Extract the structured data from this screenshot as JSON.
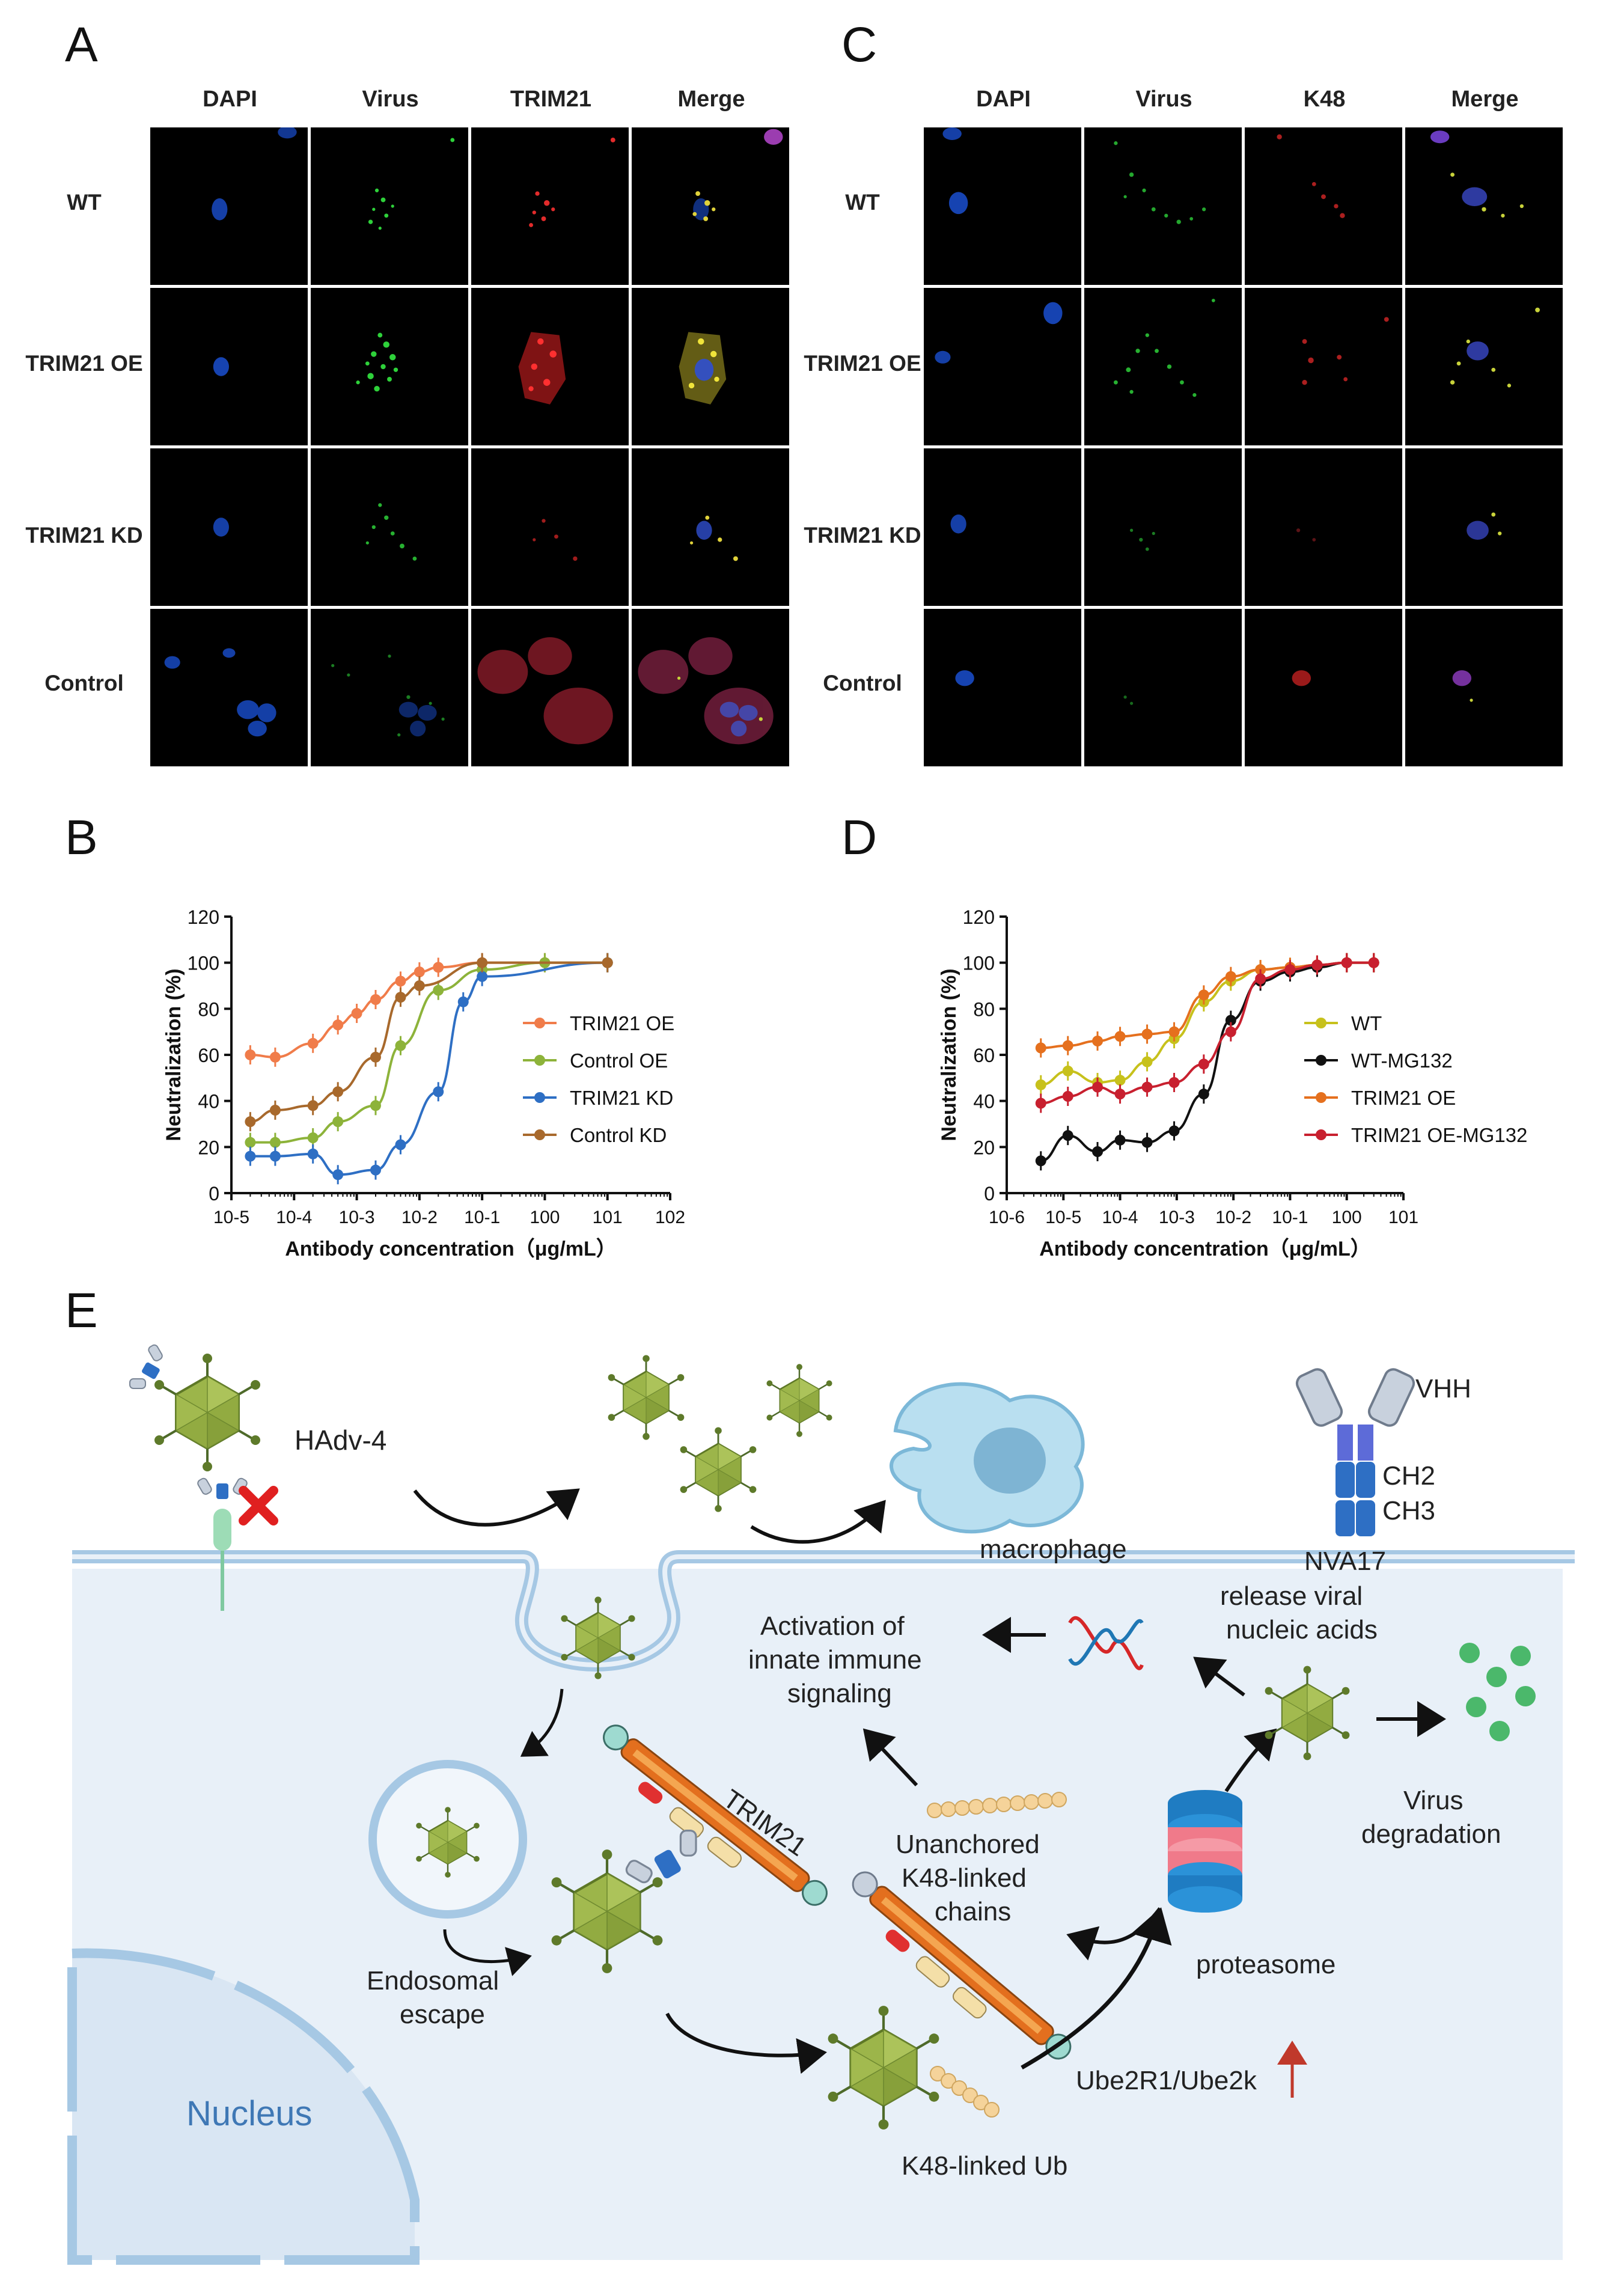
{
  "panels": {
    "A": {
      "label": "A",
      "columns": [
        "DAPI",
        "Virus",
        "TRIM21",
        "Merge"
      ],
      "rows": [
        "WT",
        "TRIM21 OE",
        "TRIM21 KD",
        "Control"
      ]
    },
    "C": {
      "label": "C",
      "columns": [
        "DAPI",
        "Virus",
        "K48",
        "Merge"
      ],
      "rows": [
        "WT",
        "TRIM21 OE",
        "TRIM21 KD",
        "Control"
      ]
    },
    "B": {
      "label": "B"
    },
    "D": {
      "label": "D"
    },
    "E": {
      "label": "E"
    }
  },
  "chart_data": [
    {
      "panel": "B",
      "type": "line",
      "ylabel": "Neutralization (%)",
      "xlabel": "Antibody concentration（μg/mL）",
      "x_scale": "log",
      "xlim": [
        1e-05,
        100
      ],
      "ylim": [
        0,
        120
      ],
      "yticks": [
        "0",
        "20",
        "40",
        "60",
        "80",
        "100",
        "120"
      ],
      "xticks": [
        "10-5",
        "10-4",
        "10-3",
        "10-2",
        "10-1",
        "100",
        "101",
        "102"
      ],
      "legend_position": "right",
      "series": [
        {
          "name": "TRIM21 OE",
          "color": "#f07c4a",
          "x": [
            2e-05,
            5e-05,
            0.0002,
            0.0005,
            0.001,
            0.002,
            0.005,
            0.01,
            0.02,
            0.1,
            1,
            10
          ],
          "y": [
            60,
            59,
            65,
            73,
            78,
            84,
            92,
            96,
            98,
            100,
            100,
            100
          ]
        },
        {
          "name": "Control OE",
          "color": "#8db33a",
          "x": [
            2e-05,
            5e-05,
            0.0002,
            0.0005,
            0.002,
            0.005,
            0.02,
            0.1,
            1,
            10
          ],
          "y": [
            22,
            22,
            24,
            31,
            38,
            64,
            88,
            97,
            100,
            100
          ]
        },
        {
          "name": "TRIM21 KD",
          "color": "#2e6fc4",
          "x": [
            2e-05,
            5e-05,
            0.0002,
            0.0005,
            0.002,
            0.005,
            0.02,
            0.05,
            0.1,
            10
          ],
          "y": [
            16,
            16,
            17,
            8,
            10,
            21,
            44,
            83,
            94,
            100
          ]
        },
        {
          "name": "Control KD",
          "color": "#a8692c",
          "x": [
            2e-05,
            5e-05,
            0.0002,
            0.0005,
            0.002,
            0.005,
            0.01,
            0.1,
            10
          ],
          "y": [
            31,
            36,
            38,
            44,
            59,
            85,
            90,
            100,
            100
          ]
        }
      ]
    },
    {
      "panel": "D",
      "type": "line",
      "ylabel": "Neutralization (%)",
      "xlabel": "Antibody concentration（μg/mL）",
      "x_scale": "log",
      "xlim": [
        1e-06,
        10
      ],
      "ylim": [
        0,
        120
      ],
      "yticks": [
        "0",
        "20",
        "40",
        "60",
        "80",
        "100",
        "120"
      ],
      "xticks": [
        "10-6",
        "10-5",
        "10-4",
        "10-3",
        "10-2",
        "10-1",
        "100",
        "101"
      ],
      "legend_position": "right",
      "series": [
        {
          "name": "WT",
          "color": "#c7c11c",
          "x": [
            4e-06,
            1.2e-05,
            4e-05,
            0.0001,
            0.0003,
            0.0009,
            0.003,
            0.009,
            0.03,
            0.1,
            0.3,
            1,
            3
          ],
          "y": [
            47,
            53,
            48,
            49,
            57,
            67,
            83,
            92,
            97,
            98,
            99,
            100,
            100
          ]
        },
        {
          "name": "WT-MG132",
          "color": "#111111",
          "x": [
            4e-06,
            1.2e-05,
            4e-05,
            0.0001,
            0.0003,
            0.0009,
            0.003,
            0.009,
            0.03,
            0.1,
            0.3,
            1,
            3
          ],
          "y": [
            14,
            25,
            18,
            23,
            22,
            27,
            43,
            75,
            92,
            96,
            98,
            100,
            100
          ]
        },
        {
          "name": "TRIM21 OE",
          "color": "#e5701e",
          "x": [
            4e-06,
            1.2e-05,
            4e-05,
            0.0001,
            0.0003,
            0.0009,
            0.003,
            0.009,
            0.03,
            0.1,
            0.3,
            1,
            3
          ],
          "y": [
            63,
            64,
            66,
            68,
            69,
            70,
            86,
            94,
            97,
            98,
            99,
            100,
            100
          ]
        },
        {
          "name": "TRIM21 OE-MG132",
          "color": "#c8202f",
          "x": [
            4e-06,
            1.2e-05,
            4e-05,
            0.0001,
            0.0003,
            0.0009,
            0.003,
            0.009,
            0.03,
            0.1,
            0.3,
            1,
            3
          ],
          "y": [
            39,
            42,
            46,
            43,
            46,
            48,
            56,
            70,
            93,
            97,
            99,
            100,
            100
          ]
        }
      ]
    }
  ],
  "diagram": {
    "hadv": "HAdv-4",
    "macrophage": "macrophage",
    "vhh": "VHH",
    "ch2": "CH2",
    "ch3": "CH3",
    "nva17": "NVA17",
    "activation": [
      "Activation of",
      "innate immune",
      "signaling"
    ],
    "release": [
      "release viral",
      "nucleic acids"
    ],
    "degradation": [
      "Virus",
      "degradation"
    ],
    "unanchored": [
      "Unanchored",
      "K48-linked",
      "chains"
    ],
    "trim21": "TRIM21",
    "proteasome": "proteasome",
    "endosomal": [
      "Endosomal",
      "escape"
    ],
    "nucleus": "Nucleus",
    "ube": "Ube2R1/Ube2k",
    "k48ub": "K48-linked Ub"
  }
}
